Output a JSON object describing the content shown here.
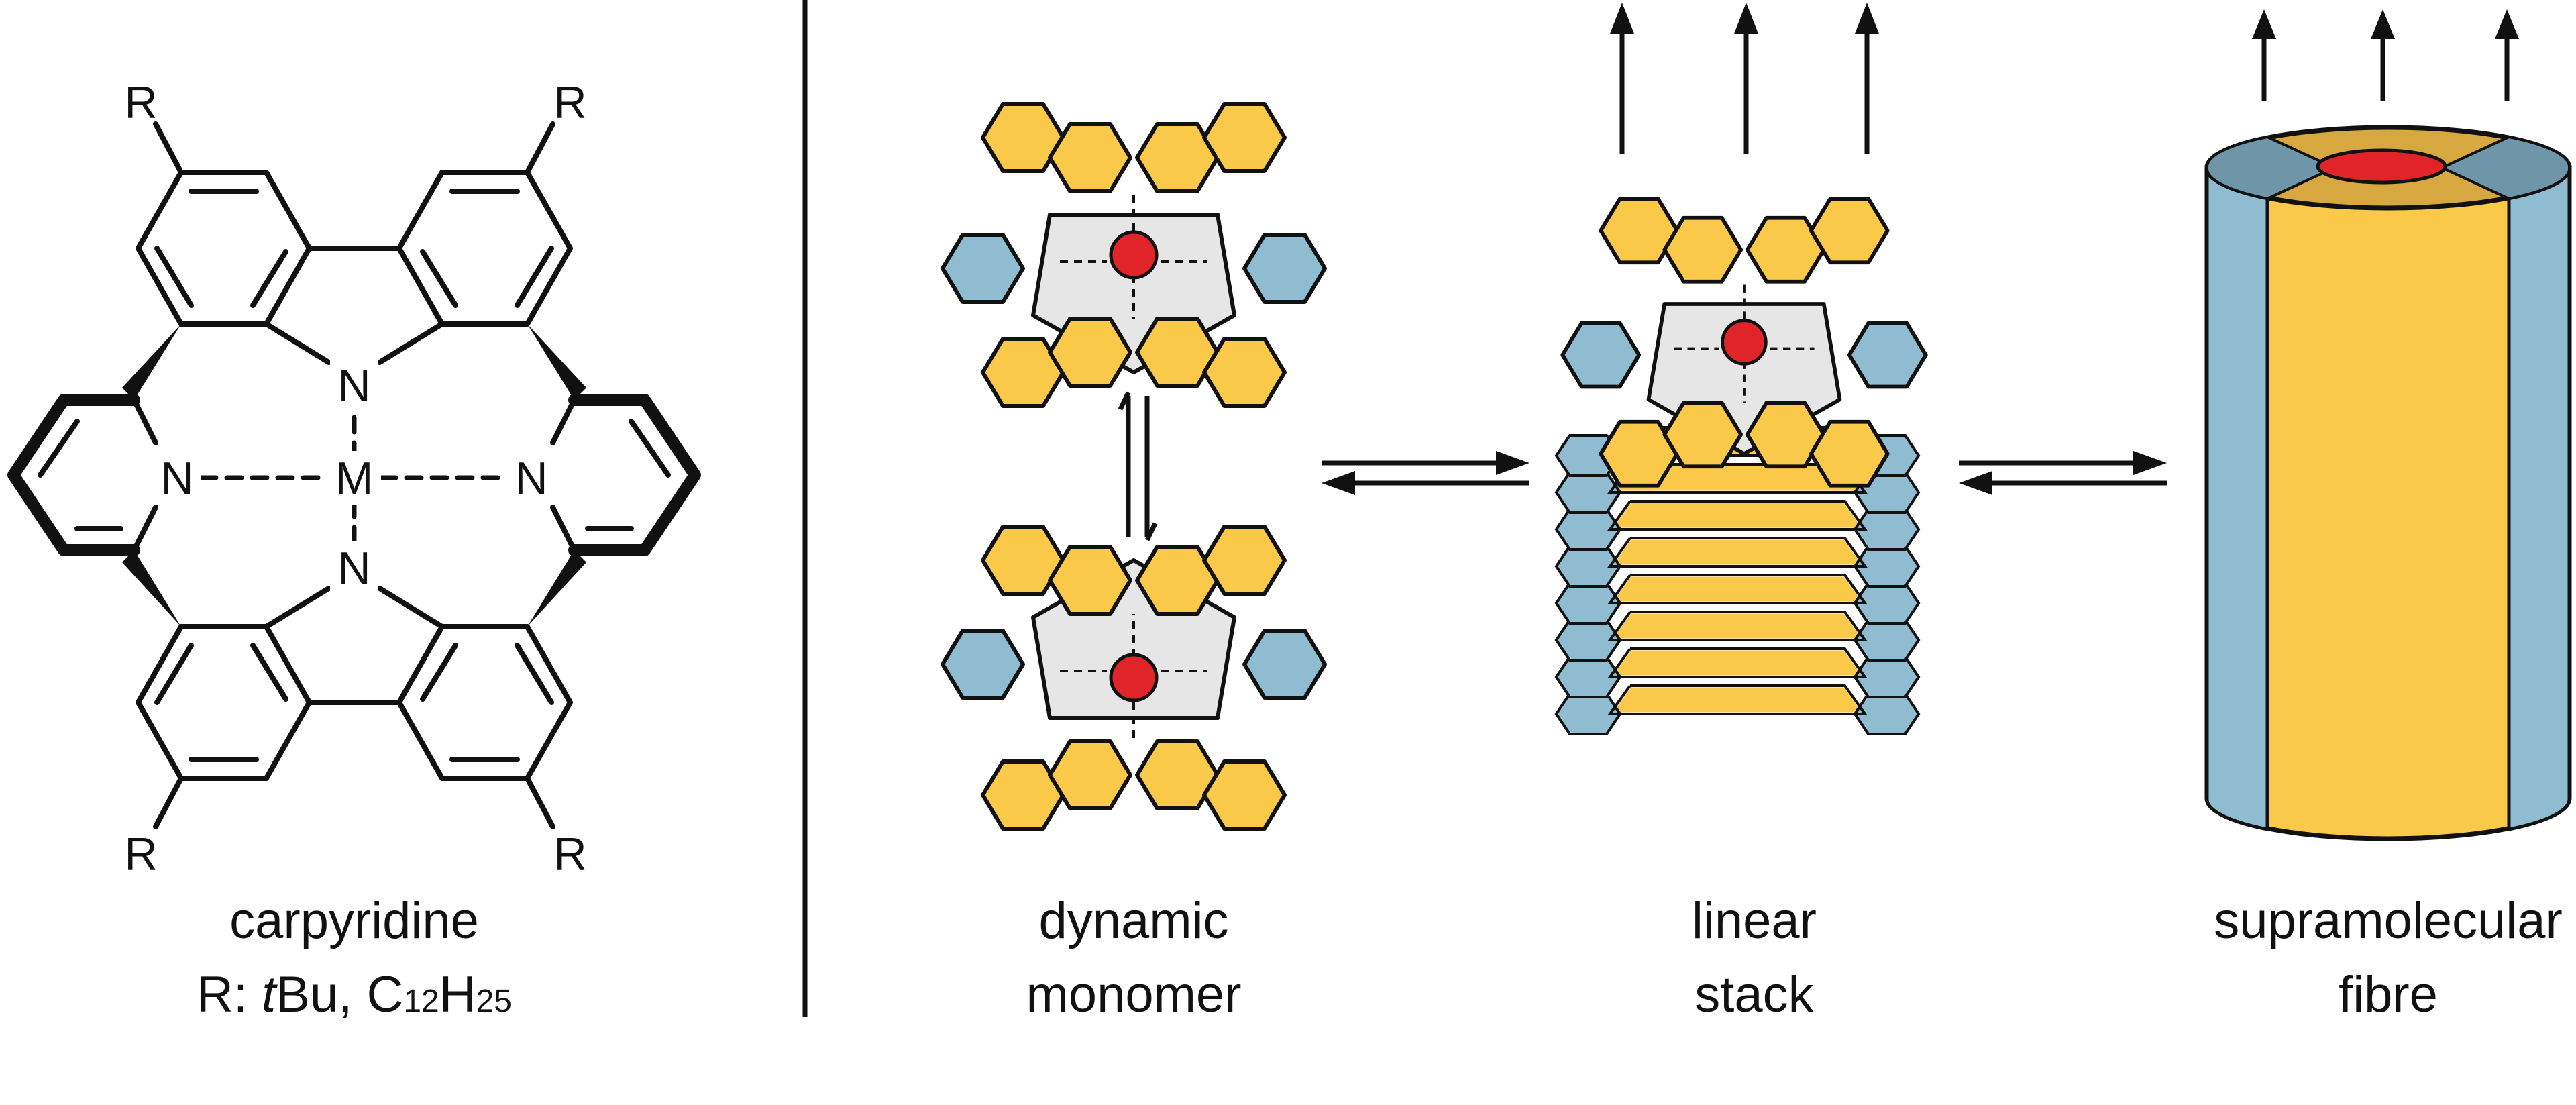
{
  "colors": {
    "yellow": "#fbc94a",
    "blue": "#8fbcd0",
    "grey": "#e6e6e6",
    "metal": "#e0242a",
    "ink": "#111111",
    "fibre_top_yellow": "#d7a83f",
    "fibre_top_blue": "#6f95a8"
  },
  "molecule": {
    "atom_n": "N",
    "atom_metal": "M",
    "substituent": "R"
  },
  "captions": {
    "carpyridine": {
      "line1": "carpyridine",
      "line2_prefix": "R: ",
      "line2_tbu_italic": "t",
      "line2_tbu_rest": "Bu, C",
      "line2_sub1": "12",
      "line2_h": "H",
      "line2_sub2": "25"
    },
    "monomer": {
      "line1": "dynamic",
      "line2": "monomer"
    },
    "stack": {
      "line1": "linear",
      "line2": "stack"
    },
    "fibre": {
      "line1": "supramolecular",
      "line2": "fibre"
    }
  },
  "icons": [
    "equilibrium-arrows-icon",
    "growth-arrow-icon"
  ]
}
